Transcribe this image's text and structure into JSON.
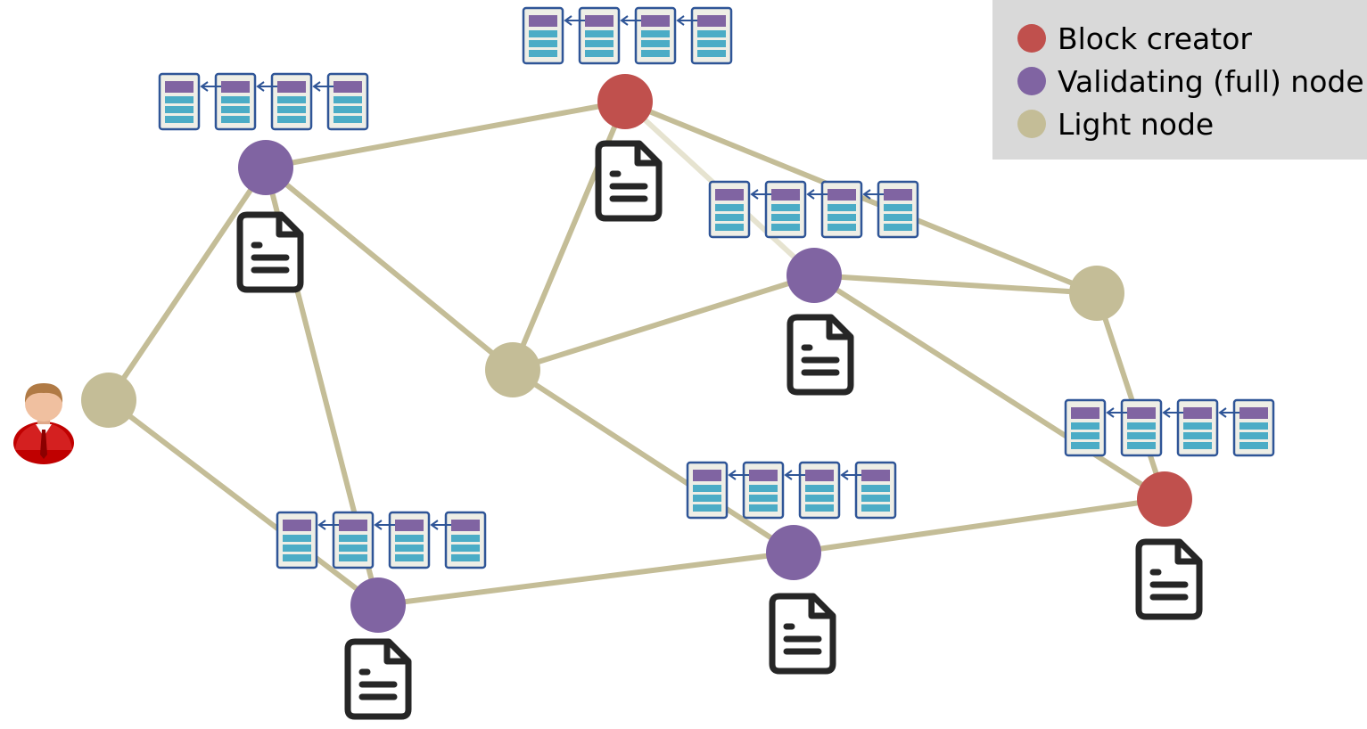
{
  "colors": {
    "block_creator": "#c0504d",
    "validating_node": "#8064a2",
    "light_node": "#c4bd97",
    "edge": "#c4bd97",
    "edge_highlight": "#e6e3d0",
    "block_border": "#2f5597",
    "block_header": "#8064a2",
    "block_row": "#4bacc6",
    "block_bg": "#eeeee6",
    "document": "#262626",
    "legend_bg": "#d9d9d9"
  },
  "legend": {
    "items": [
      {
        "label": "Block creator",
        "color": "#c0504d"
      },
      {
        "label": "Validating (full) node",
        "color": "#8064a2"
      },
      {
        "label": "Light node",
        "color": "#c4bd97"
      }
    ]
  },
  "diagram": {
    "nodes": [
      {
        "id": "A",
        "type": "validating",
        "has_chain": true,
        "has_document": true
      },
      {
        "id": "B",
        "type": "block_creator",
        "has_chain": true,
        "has_document": true
      },
      {
        "id": "C",
        "type": "validating",
        "has_chain": true,
        "has_document": true
      },
      {
        "id": "D",
        "type": "light",
        "has_chain": false,
        "has_document": false
      },
      {
        "id": "E",
        "type": "light",
        "has_chain": false,
        "has_document": false
      },
      {
        "id": "F",
        "type": "light",
        "has_chain": false,
        "has_document": false
      },
      {
        "id": "G",
        "type": "validating",
        "has_chain": true,
        "has_document": true
      },
      {
        "id": "H",
        "type": "validating",
        "has_chain": true,
        "has_document": true
      },
      {
        "id": "I",
        "type": "block_creator",
        "has_chain": true,
        "has_document": true
      }
    ],
    "edges": [
      [
        "A",
        "B"
      ],
      [
        "A",
        "F"
      ],
      [
        "A",
        "E"
      ],
      [
        "A",
        "G"
      ],
      [
        "B",
        "E"
      ],
      [
        "B",
        "C"
      ],
      [
        "B",
        "D"
      ],
      [
        "C",
        "E"
      ],
      [
        "C",
        "D"
      ],
      [
        "C",
        "I"
      ],
      [
        "D",
        "I"
      ],
      [
        "E",
        "H"
      ],
      [
        "F",
        "G"
      ],
      [
        "G",
        "H"
      ],
      [
        "H",
        "I"
      ]
    ],
    "blocks_per_chain": 4,
    "user_icon": "user-icon"
  }
}
